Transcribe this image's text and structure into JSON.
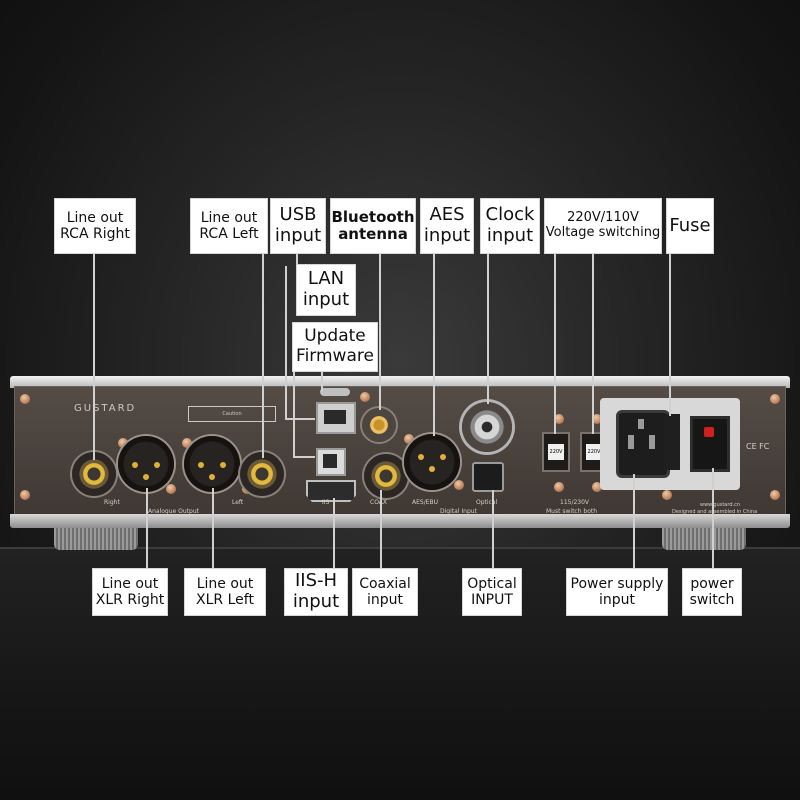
{
  "device": {
    "brand": "GUSTARD",
    "caution_label": "Caution",
    "port_labels": {
      "right": "Right",
      "left": "Left",
      "analogue_output": "Analogue Output",
      "iis": "IIS",
      "coax": "COAX",
      "aes_ebu": "AES/EBU",
      "optical": "Optical",
      "digital_input": "Digital Input",
      "voltage_range": "115/230V",
      "must_switch": "Must switch both",
      "volt_setting": "220V",
      "website": "www.gustard.cn",
      "made_in": "Designed and assembled in China",
      "certs": "CE FC"
    }
  },
  "callouts": {
    "line_out_rca_right": [
      "Line out",
      "RCA Right"
    ],
    "line_out_rca_left": [
      "Line out",
      "RCA Left"
    ],
    "usb_input": [
      "USB",
      "input"
    ],
    "bluetooth_antenna": [
      "Bluetooth",
      "antenna"
    ],
    "aes_input": [
      "AES",
      "input"
    ],
    "clock_input": [
      "Clock",
      "input"
    ],
    "voltage_switching": [
      "220V/110V",
      "Voltage switching"
    ],
    "fuse": [
      "Fuse"
    ],
    "lan_input": [
      "LAN",
      "input"
    ],
    "update_firmware": [
      "Update",
      "Firmware"
    ],
    "line_out_xlr_right": [
      "Line out",
      "XLR Right"
    ],
    "line_out_xlr_left": [
      "Line out",
      "XLR Left"
    ],
    "iis_h_input": [
      "IIS-H",
      "input"
    ],
    "coaxial_input": [
      "Coaxial",
      "input"
    ],
    "optical_input": [
      "Optical",
      "INPUT"
    ],
    "power_supply_input": [
      "Power supply",
      "input"
    ],
    "power_switch": [
      "power",
      "switch"
    ]
  }
}
